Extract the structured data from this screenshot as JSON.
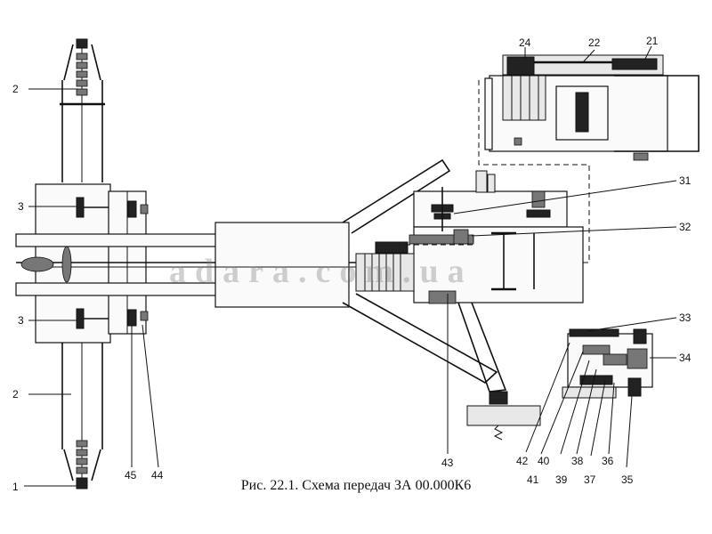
{
  "caption": "Рис. 22.1. Схема передач ЗА 00.000К6",
  "watermark": "adara.com.ua",
  "labels": {
    "l1": "1",
    "l2a": "2",
    "l2b": "2",
    "l3a": "3",
    "l3b": "3",
    "l21": "21",
    "l22": "22",
    "l24": "24",
    "l31": "31",
    "l32": "32",
    "l33": "33",
    "l34": "34",
    "l35": "35",
    "l36": "36",
    "l37": "37",
    "l38": "38",
    "l39": "39",
    "l40": "40",
    "l41": "41",
    "l42": "42",
    "l43": "43",
    "l44": "44",
    "l45": "45"
  }
}
